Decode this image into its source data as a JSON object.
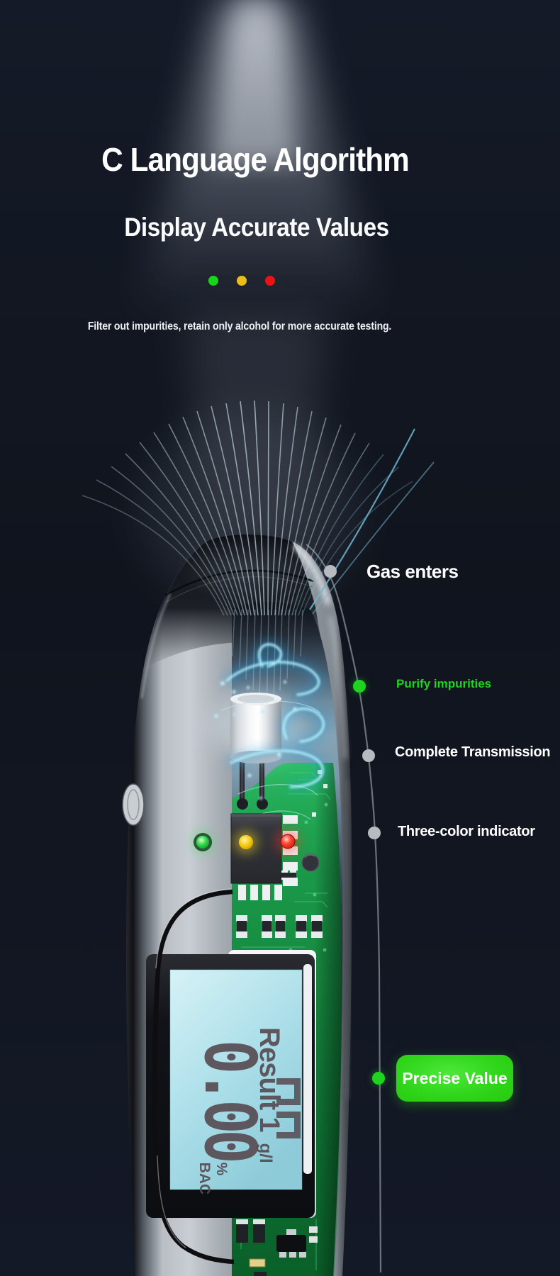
{
  "header": {
    "title": "C Language Algorithm",
    "subtitle": "Display Accurate Values",
    "description": "Filter out impurities, retain only alcohol for more accurate testing.",
    "dots": {
      "green": "#17d517",
      "yellow": "#e9be1b",
      "red": "#e81414"
    }
  },
  "callouts": {
    "gas": {
      "label": "Gas enters",
      "dot_color": "#b7babe"
    },
    "purify": {
      "label": "Purify impurities",
      "text_color": "#1ed41e",
      "dot_color": "#1ed41e"
    },
    "transmission": {
      "label": "Complete Transmission",
      "dot_color": "#b7babe"
    },
    "indicator": {
      "label": "Three-color indicator",
      "dot_color": "#b7babe"
    },
    "precise": {
      "label": "Precise Value",
      "dot_color": "#1ed41e",
      "button_color": "#2ed61a"
    }
  },
  "device": {
    "lcd": {
      "mode_label": "Result 1",
      "unit_secondary": "g/l",
      "value": "0.00",
      "unit_percent": "%",
      "unit_primary": "BAC",
      "screen_color": "#aee0e8",
      "segment_color": "#564950"
    },
    "leds": {
      "green": "#2bd83f",
      "yellow": "#f2c40c",
      "red": "#ff2012"
    }
  },
  "colors": {
    "accent_green": "#1ed41e",
    "connector_line": "#8b9199",
    "beam": "#c6cbd6"
  }
}
